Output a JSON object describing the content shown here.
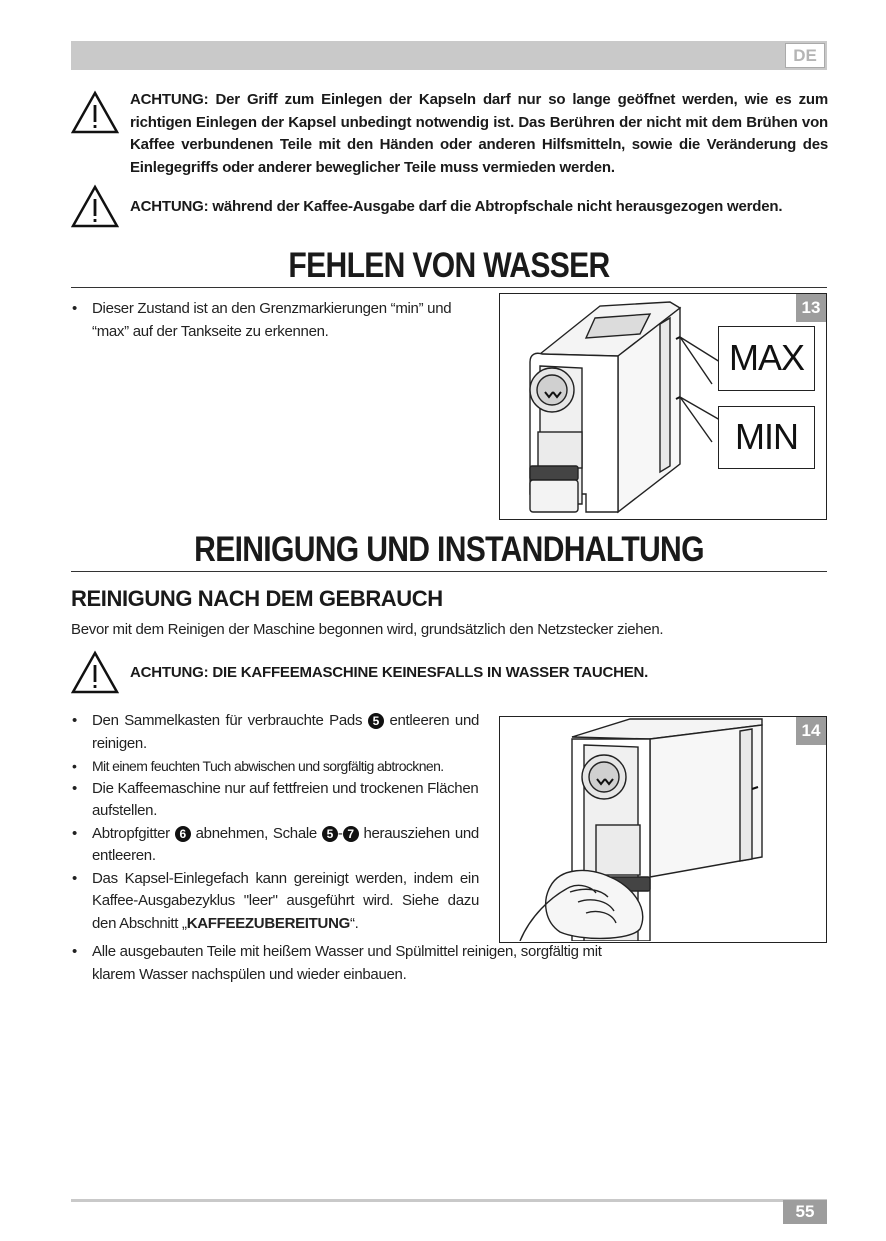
{
  "header": {
    "language_badge": "DE"
  },
  "warnings_top": [
    {
      "label": "ACHTUNG: Der Griff zum Einlegen der Kapseln darf nur so lange geöffnet werden, wie es zum richtigen Einlegen der Kapsel unbedingt notwendig ist. Das Berühren der nicht mit dem Brühen von Kaffee verbundenen Teile mit den Händen oder anderen Hilfsmitteln, sowie die Veränderung des Einlegegriffs oder anderer beweglicher Teile muss vermieden werden."
    },
    {
      "label": "ACHTUNG: während der Kaffee-Ausgabe darf die Abtropfschale nicht herausgezogen werden."
    }
  ],
  "section_water": {
    "title": "FEHLEN VON WASSER",
    "bullet": "Dieser Zustand ist an den Grenzmarkierungen “min” und “max” auf der Tankseite zu erkennen.",
    "figure": {
      "number": "13",
      "max_label": "MAX",
      "min_label": "MIN"
    }
  },
  "section_cleaning": {
    "title": "REINIGUNG UND INSTANDHALTUNG",
    "subtitle": "REINIGUNG NACH DEM GEBRAUCH",
    "intro": "Bevor mit dem Reinigen der Maschine begonnen wird, grundsätzlich den Netzstecker ziehen.",
    "warning": "ACHTUNG: DIE KAFFEEMASCHINE KEINESFALLS IN WASSER TAUCHEN.",
    "bullets": {
      "b1_pre": "Den Sammelkasten für verbrauchte Pads",
      "b1_ref": "5",
      "b1_post": "entleeren und reinigen.",
      "b2": "Mit einem feuchten Tuch abwischen und sorgfältig abtrocknen.",
      "b3": "Die Kaffeemaschine nur auf fettfreien und trockenen Flächen aufstellen.",
      "b4_pre": "Abtropfgitter",
      "b4_ref1": "6",
      "b4_mid": "abnehmen, Schale",
      "b4_ref2": "5",
      "b4_dash": "-",
      "b4_ref3": "7",
      "b4_post": "herausziehen und entleeren.",
      "b5_pre": "Das Kapsel-Einlegefach kann gereinigt werden, indem ein Kaffee-Ausgabezyklus \"leer\" ausgeführt wird. Siehe dazu den Abschnitt „",
      "b5_bold": "KAFFEEZUBEREITUNG",
      "b5_post": "“.",
      "b6": "Alle ausgebauten Teile mit heißem Wasser und Spülmittel reinigen, sorgfältig mit klarem Wasser nachspülen und wieder einbauen."
    },
    "figure": {
      "number": "14"
    }
  },
  "footer": {
    "page_number": "55"
  },
  "colors": {
    "bar_gray": "#c9c9c9",
    "badge_gray": "#9d9d9d",
    "text": "#1a1a1a"
  },
  "icons": [
    "warning-triangle-icon"
  ]
}
